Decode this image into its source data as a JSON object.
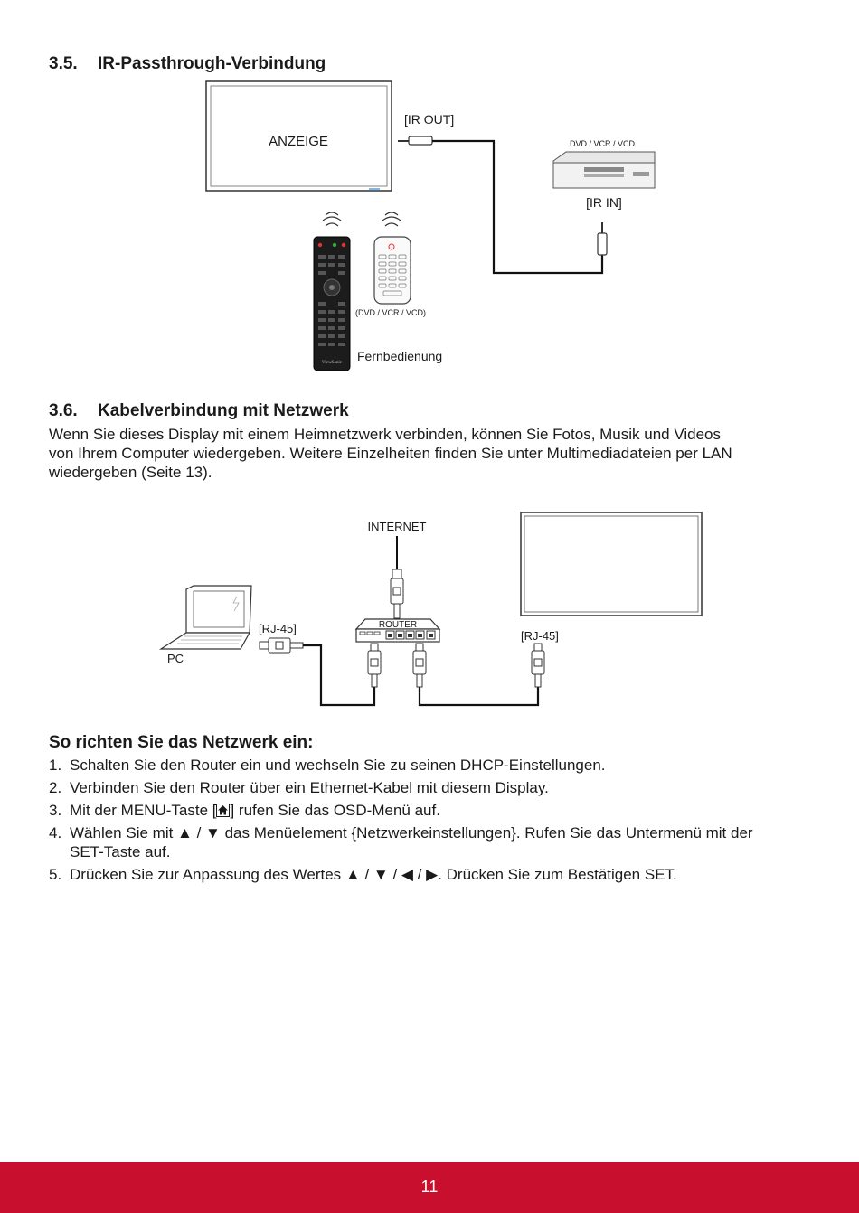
{
  "section_35": {
    "number": "3.5.",
    "title": "IR-Passthrough-Verbindung",
    "diagram": {
      "display_label": "ANZEIGE",
      "ir_out_label": "[IR OUT]",
      "dvd_top_label": "DVD / VCR / VCD",
      "ir_in_label": "[IR IN]",
      "remote_small_label": "(DVD / VCR / VCD)",
      "remote_label": "Fernbedienung",
      "remote_brand": "ViewSonic"
    }
  },
  "section_36": {
    "number": "3.6.",
    "title": "Kabelverbindung mit Netzwerk",
    "paragraph_lines": [
      "Wenn Sie dieses Display mit einem Heimnetzwerk verbinden, können Sie Fotos, Musik und Videos",
      "von Ihrem Computer wiedergeben. Weitere Einzelheiten finden Sie unter Multimediadateien per LAN",
      "wiedergeben (Seite 13)."
    ],
    "diagram": {
      "internet_label": "INTERNET",
      "router_label": "ROUTER",
      "rj45_left_label": "[RJ-45]",
      "rj45_right_label": "[RJ-45]",
      "pc_label": "PC"
    }
  },
  "setup": {
    "heading": "So richten Sie das Netzwerk ein:",
    "steps": [
      {
        "num": "1.",
        "lines": [
          "Schalten Sie den Router ein und wechseln Sie zu seinen DHCP-Einstellungen."
        ]
      },
      {
        "num": "2.",
        "lines": [
          "Verbinden Sie den Router über ein Ethernet-Kabel mit diesem Display."
        ]
      },
      {
        "num": "3.",
        "before": "Mit der MENU-Taste [",
        "after": "] rufen Sie das OSD-Menü auf."
      },
      {
        "num": "4.",
        "lines": [
          "Wählen Sie mit ▲ / ▼ das Menüelement {Netzwerkeinstellungen}. Rufen Sie das Untermenü mit der",
          "SET-Taste auf."
        ]
      },
      {
        "num": "5.",
        "lines": [
          "Drücken Sie zur Anpassung des Wertes ▲ / ▼ / ◀ / ▶. Drücken Sie zum Bestätigen SET."
        ]
      }
    ]
  },
  "footer": {
    "page_number": "11",
    "color": "#c8102e"
  },
  "icons": {
    "home": "home-icon"
  }
}
